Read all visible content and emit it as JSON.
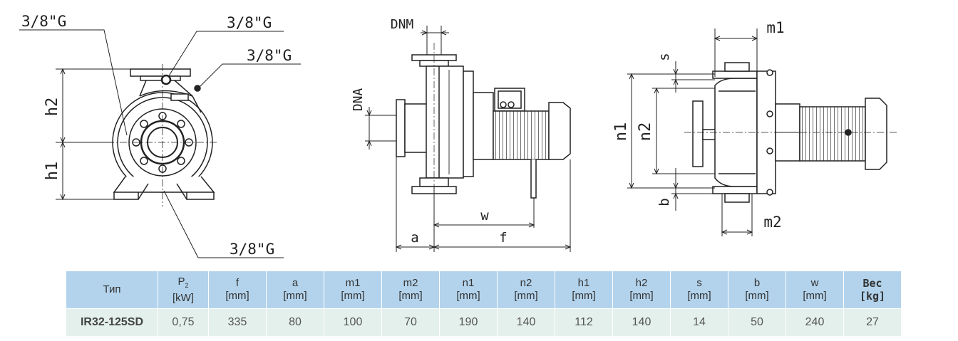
{
  "labels": {
    "g_top_left": "3/8\"G",
    "g_top_mid": "3/8\"G",
    "g_right": "3/8\"G",
    "g_bottom": "3/8\"G",
    "h1": "h1",
    "h2": "h2",
    "dnm": "DNM",
    "dna": "DNA",
    "a": "a",
    "f": "f",
    "w": "w",
    "m1": "m1",
    "m2": "m2",
    "n1": "n1",
    "n2": "n2",
    "s": "s",
    "b": "b"
  },
  "table": {
    "headers": [
      {
        "top": "Тип",
        "unit": ""
      },
      {
        "top": "P2",
        "unit": "[kW]"
      },
      {
        "top": "f",
        "unit": "[mm]"
      },
      {
        "top": "a",
        "unit": "[mm]"
      },
      {
        "top": "m1",
        "unit": "[mm]"
      },
      {
        "top": "m2",
        "unit": "[mm]"
      },
      {
        "top": "n1",
        "unit": "[mm]"
      },
      {
        "top": "n2",
        "unit": "[mm]"
      },
      {
        "top": "h1",
        "unit": "[mm]"
      },
      {
        "top": "h2",
        "unit": "[mm]"
      },
      {
        "top": "s",
        "unit": "[mm]"
      },
      {
        "top": "b",
        "unit": "[mm]"
      },
      {
        "top": "w",
        "unit": "[mm]"
      },
      {
        "top": "Вес",
        "unit": "[kg]"
      }
    ],
    "rows": [
      [
        "IR32-125SD",
        "0,75",
        "335",
        "80",
        "100",
        "70",
        "190",
        "140",
        "112",
        "140",
        "14",
        "50",
        "240",
        "27"
      ]
    ]
  }
}
